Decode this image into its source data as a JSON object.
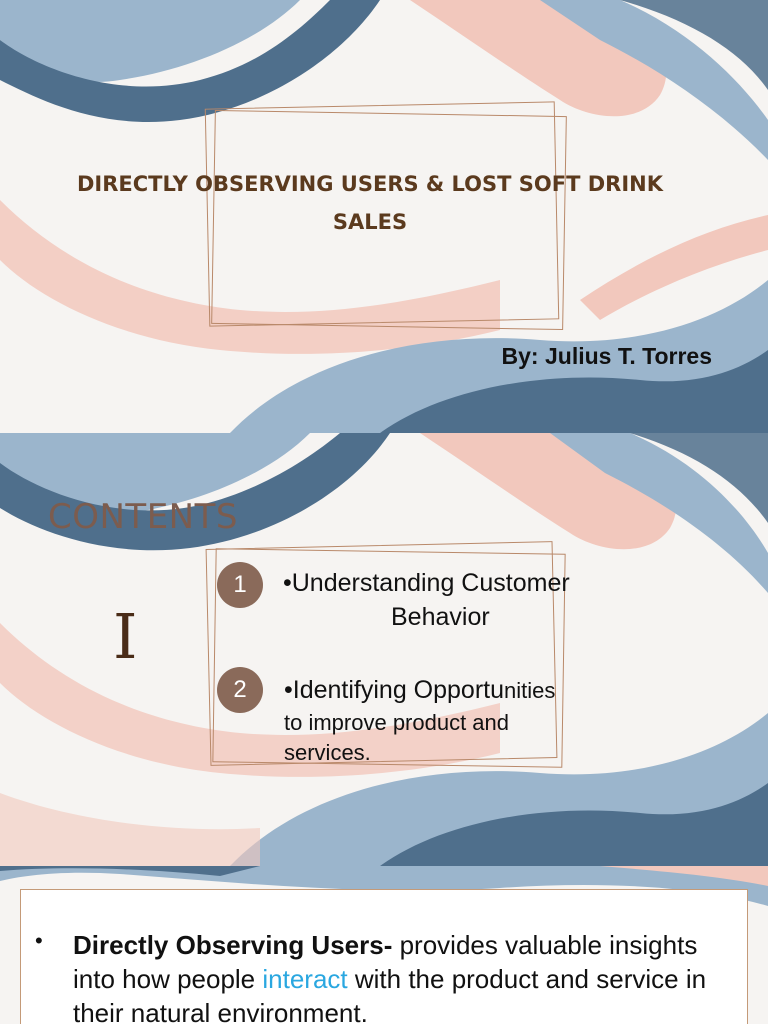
{
  "slide1": {
    "title_line1": "DIRECTLY OBSERVING USERS & LOST SOFT DRINK",
    "title_line2": "SALES",
    "author": "By: Julius T. Torres"
  },
  "slide2": {
    "heading": "CONTENTS",
    "roman": "I",
    "items": [
      {
        "number": "1",
        "line1": "•Understanding Customer",
        "line2": "Behavior"
      },
      {
        "number": "2",
        "line1_a": "•Identifying Opportu",
        "line1_b": "nities",
        "line2": "to improve product and",
        "line3": "services."
      }
    ]
  },
  "slide3": {
    "bullet": "•",
    "bold_term": "Directly Observing Users-",
    "text_a": " provides valuable insights into how people ",
    "highlight": "interact",
    "text_b": " with the product and service in their natural environment."
  },
  "colors": {
    "title_brown": "#5b3a1e",
    "frame": "#b9896a",
    "badge": "#8a6a5a",
    "highlight_blue": "#2aa7e0",
    "swirl_blue_dark": "#4f6f8c",
    "swirl_blue_light": "#9bb5cc",
    "swirl_pink": "#f2c8bd"
  }
}
